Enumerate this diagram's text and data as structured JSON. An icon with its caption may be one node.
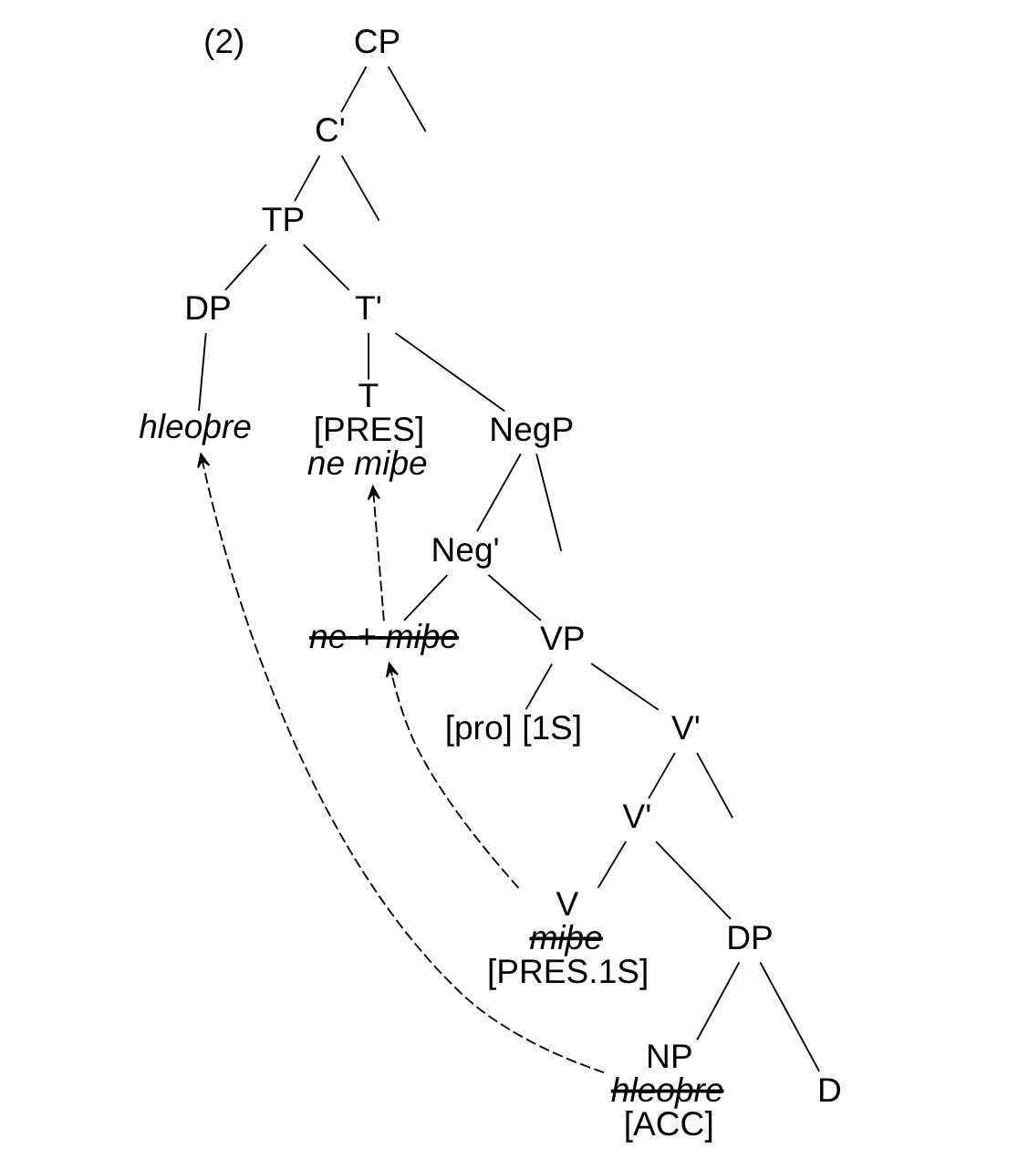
{
  "diagram": {
    "nodes": [
      {
        "text": [
          "CP"
        ]
      },
      {
        "text": [
          "C'"
        ]
      },
      {
        "text": [
          "TP"
        ]
      },
      {
        "text": [
          "DP"
        ]
      },
      {
        "text": [
          "T'"
        ]
      },
      {
        "text": [
          "hleoþre"
        ]
      },
      {
        "text": [
          "T",
          "[PRES]",
          "ne miþe"
        ]
      },
      {
        "text": [
          "NegP"
        ]
      },
      {
        "text": [
          "Neg'"
        ]
      },
      {
        "text": [
          "ne + miþe"
        ]
      },
      {
        "text": [
          "VP"
        ]
      },
      {
        "text": [
          "[pro] [1S]"
        ]
      },
      {
        "text": [
          "V'"
        ]
      },
      {
        "text": [
          "V'"
        ]
      },
      {
        "text": [
          "DP"
        ]
      },
      {
        "text": [
          "V",
          "miþe",
          "[PRES.1S]"
        ]
      },
      {
        "text": [
          "D"
        ]
      },
      {
        "text": [
          "NP",
          "hleoþre",
          "[ACC]"
        ]
      }
    ],
    "edges": [
      {
        "from": 0,
        "to": null,
        "arrow": "none"
      },
      {
        "from": 0,
        "to": 1,
        "arrow": "none"
      },
      {
        "from": 1,
        "to": null,
        "arrow": "none"
      },
      {
        "from": 1,
        "to": 2,
        "arrow": "none"
      },
      {
        "from": 2,
        "to": 3,
        "arrow": "none"
      },
      {
        "from": 2,
        "to": 4,
        "arrow": "none"
      },
      {
        "from": 3,
        "to": 5,
        "arrow": "none"
      },
      {
        "from": 4,
        "to": 6,
        "arrow": "none"
      },
      {
        "from": 4,
        "to": 7,
        "arrow": "none"
      },
      {
        "from": 7,
        "to": null,
        "arrow": "none"
      },
      {
        "from": 7,
        "to": 8,
        "arrow": "none"
      },
      {
        "from": 8,
        "to": 9,
        "arrow": "none"
      },
      {
        "from": 8,
        "to": 10,
        "arrow": "none"
      },
      {
        "from": 10,
        "to": 11,
        "arrow": "none"
      },
      {
        "from": 10,
        "to": 12,
        "arrow": "none"
      },
      {
        "from": 12,
        "to": 13,
        "arrow": "none"
      },
      {
        "from": 12,
        "to": null,
        "arrow": "none"
      },
      {
        "from": 13,
        "to": 14,
        "arrow": "none"
      },
      {
        "from": 13,
        "to": 15,
        "arrow": "none"
      },
      {
        "from": 14,
        "to": 16,
        "arrow": "none"
      },
      {
        "from": 14,
        "to": 17,
        "arrow": "none"
      },
      {
        "from": 17,
        "to": 5,
        "arrow": "to",
        "style": "dashed"
      },
      {
        "from": 15,
        "to": 9,
        "arrow": "to",
        "style": "dashed"
      },
      {
        "from": 9,
        "to": 6,
        "arrow": "to",
        "style": "dashed"
      }
    ],
    "labels": [
      "(2)"
    ]
  }
}
